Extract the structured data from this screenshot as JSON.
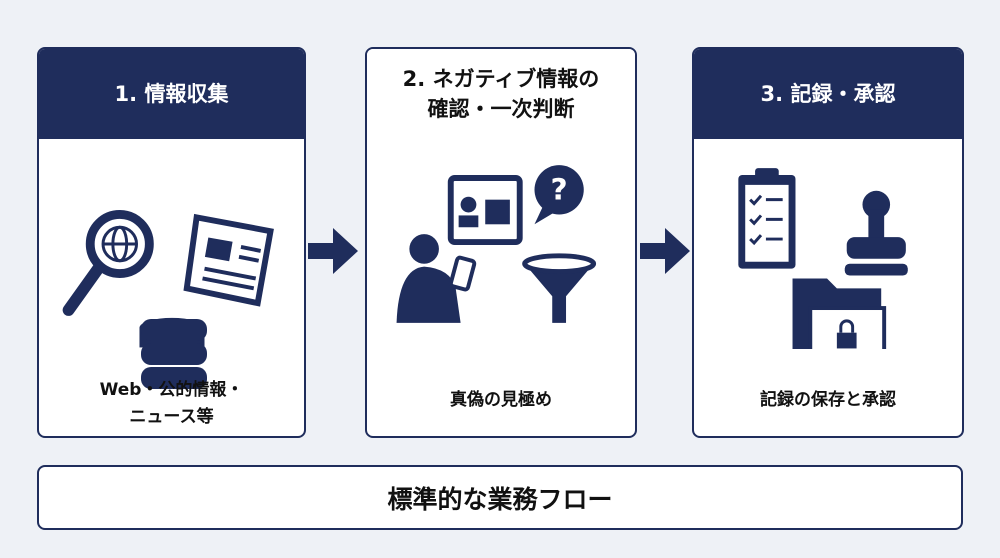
{
  "steps": [
    {
      "title": "1. 情報収集",
      "caption_line1": "Web・公的情報・",
      "caption_line2": "ニュース等"
    },
    {
      "title_line1": "2. ネガティブ情報の",
      "title_line2": "確認・一次判断",
      "caption": "真偽の見極め"
    },
    {
      "title": "3. 記録・承認",
      "caption": "記録の保存と承認"
    }
  ],
  "footer": "標準的な業務フロー",
  "colors": {
    "navy": "#1f2d5c",
    "background": "#eef1f6"
  }
}
